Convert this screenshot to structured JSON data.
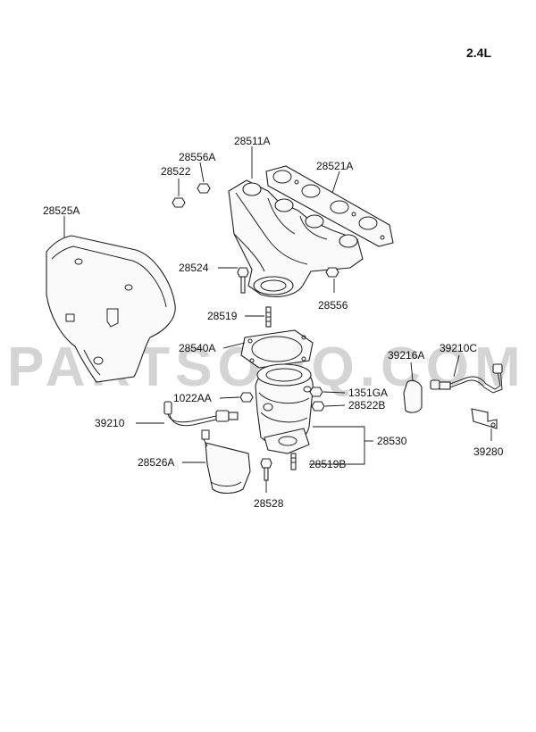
{
  "engine_label": "2.4L",
  "watermark": "PARTSOUQ.COM",
  "parts": {
    "p28511A": "28511A",
    "p28556A": "28556A",
    "p28522": "28522",
    "p28521A": "28521A",
    "p28525A": "28525A",
    "p28524": "28524",
    "p28556": "28556",
    "p28519": "28519",
    "p28540A": "28540A",
    "p39216A": "39216A",
    "p39210C": "39210C",
    "p1022AA": "1022AA",
    "p1351GA": "1351GA",
    "p28522B": "28522B",
    "p39210": "39210",
    "p28530": "28530",
    "p39280": "39280",
    "p28526A": "28526A",
    "p28519B": "28519B",
    "p28528": "28528"
  }
}
